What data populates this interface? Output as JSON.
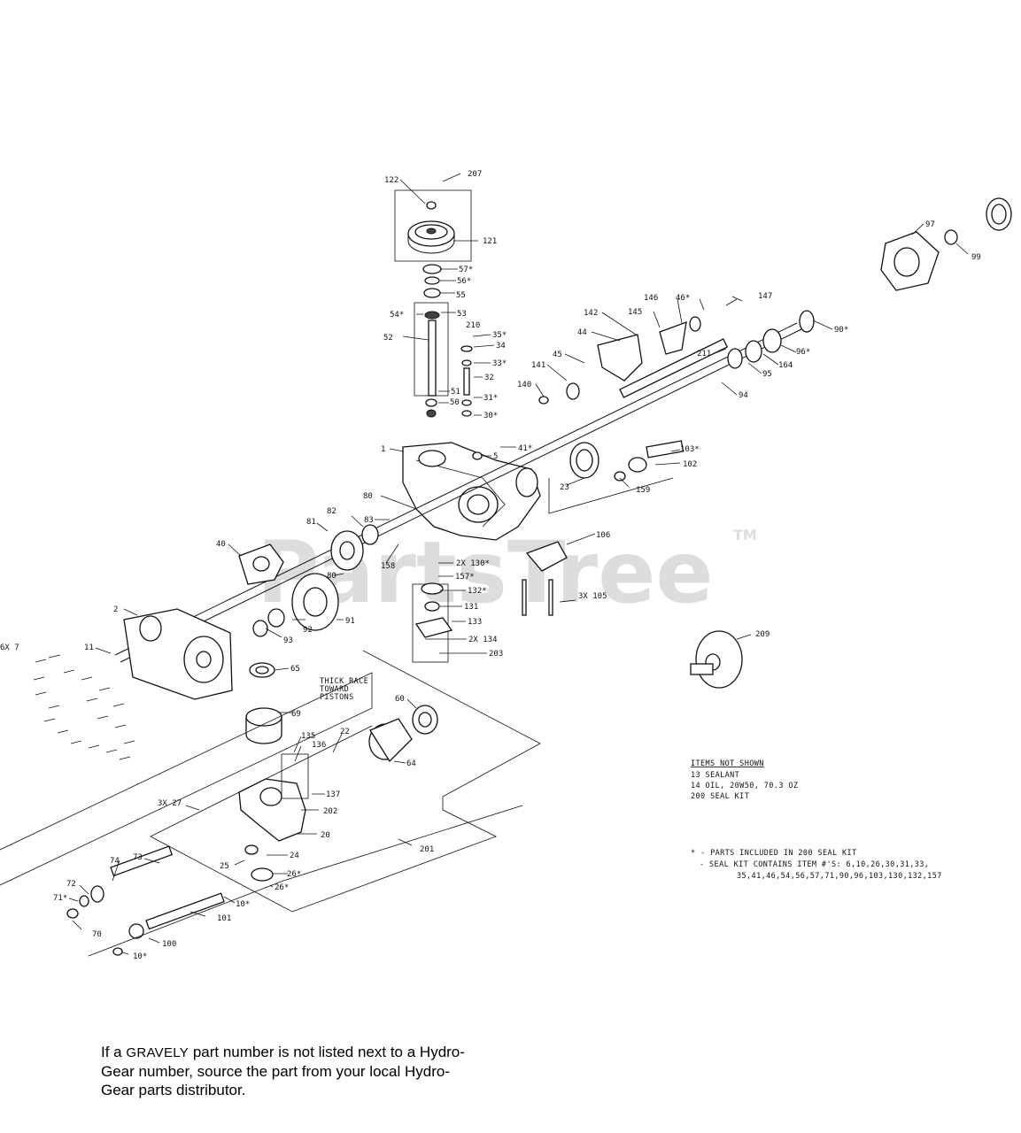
{
  "watermark": {
    "text": "PartsTree",
    "tm": "TM"
  },
  "labels": [
    "122",
    "207",
    "121",
    "57*",
    "56*",
    "55",
    "54*",
    "53",
    "52",
    "210",
    "35*",
    "34",
    "33*",
    "32",
    "51",
    "50",
    "31*",
    "30*",
    "1",
    "5",
    "41*",
    "80",
    "82",
    "83",
    "81",
    "80",
    "158",
    "2X 130*",
    "157*",
    "132*",
    "131",
    "133",
    "2X 134",
    "203",
    "40",
    "2",
    "11",
    "6X 7",
    "92",
    "93",
    "91",
    "65",
    "69",
    "135",
    "136",
    "22",
    "137",
    "202",
    "20",
    "3X 27",
    "24",
    "25",
    "26*",
    "26*",
    "201",
    "60",
    "64",
    "74",
    "73",
    "72",
    "71*",
    "70",
    "10*",
    "101",
    "100",
    "10*",
    "23",
    "103*",
    "102",
    "159",
    "106",
    "3X 105",
    "209",
    "97",
    "99",
    "90*",
    "96*",
    "164",
    "95",
    "94",
    "211",
    "147",
    "146",
    "46*",
    "145",
    "142",
    "44",
    "45",
    "141",
    "140"
  ],
  "callout_thick_race": [
    "THICK RACE",
    "TOWARD",
    "PISTONS"
  ],
  "items_not_shown": {
    "title": "ITEMS NOT SHOWN",
    "lines": [
      "13 SEALANT",
      "14 OIL, 20W50, 70.3 OZ",
      "200 SEAL KIT"
    ]
  },
  "seal_kit_note": {
    "line1": "* - PARTS INCLUDED IN 200 SEAL KIT",
    "line2": "- SEAL KIT CONTAINS ITEM #'S: 6,10,26,30,31,33,",
    "line3": "35,41,46,54,56,57,71,90,96,103,130,132,157"
  },
  "footer": {
    "before_brand": "If a ",
    "brand": "GRAVELY",
    "after_brand": " part number is not listed next to a Hydro-Gear number, source the part from your local Hydro-Gear parts distributor."
  }
}
